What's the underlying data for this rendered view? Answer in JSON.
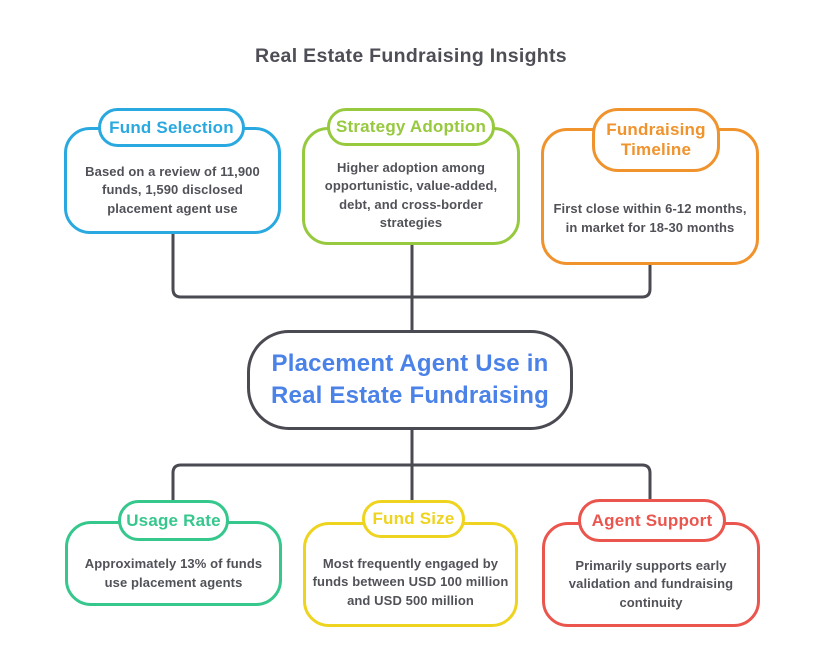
{
  "page": {
    "title": "Real Estate Fundraising Insights"
  },
  "center_node": {
    "line1": "Placement Agent Use in",
    "line2": "Real Estate Fundraising",
    "text_color": "#4A82E8",
    "border_color": "#4A4A52"
  },
  "nodes": [
    {
      "id": "fund-selection",
      "title": "Fund Selection",
      "body": "Based on a review of 11,900 funds, 1,590 disclosed placement agent use",
      "color": "#29A9E0"
    },
    {
      "id": "strategy-adoption",
      "title": "Strategy Adoption",
      "body": "Higher adoption among opportunistic, value-added, debt, and cross-border strategies",
      "color": "#97C93E"
    },
    {
      "id": "fundraising-timeline",
      "title": "Fundraising Timeline",
      "body": "First close within 6-12 months, in market for 18-30 months",
      "color": "#F0932D"
    },
    {
      "id": "usage-rate",
      "title": "Usage Rate",
      "body": "Approximately 13% of funds use placement agents",
      "color": "#36C78D"
    },
    {
      "id": "fund-size",
      "title": "Fund Size",
      "body": "Most frequently engaged by funds between USD 100 million and USD 500 million",
      "color": "#EED31F"
    },
    {
      "id": "agent-support",
      "title": "Agent Support",
      "body": "Primarily supports early validation and fundraising continuity",
      "color": "#EA564E"
    }
  ],
  "connectors": {
    "color": "#4A4A52"
  },
  "colors": {
    "title_text": "#4D4E56",
    "body_text": "#515258",
    "background": "#FFFFFF"
  }
}
